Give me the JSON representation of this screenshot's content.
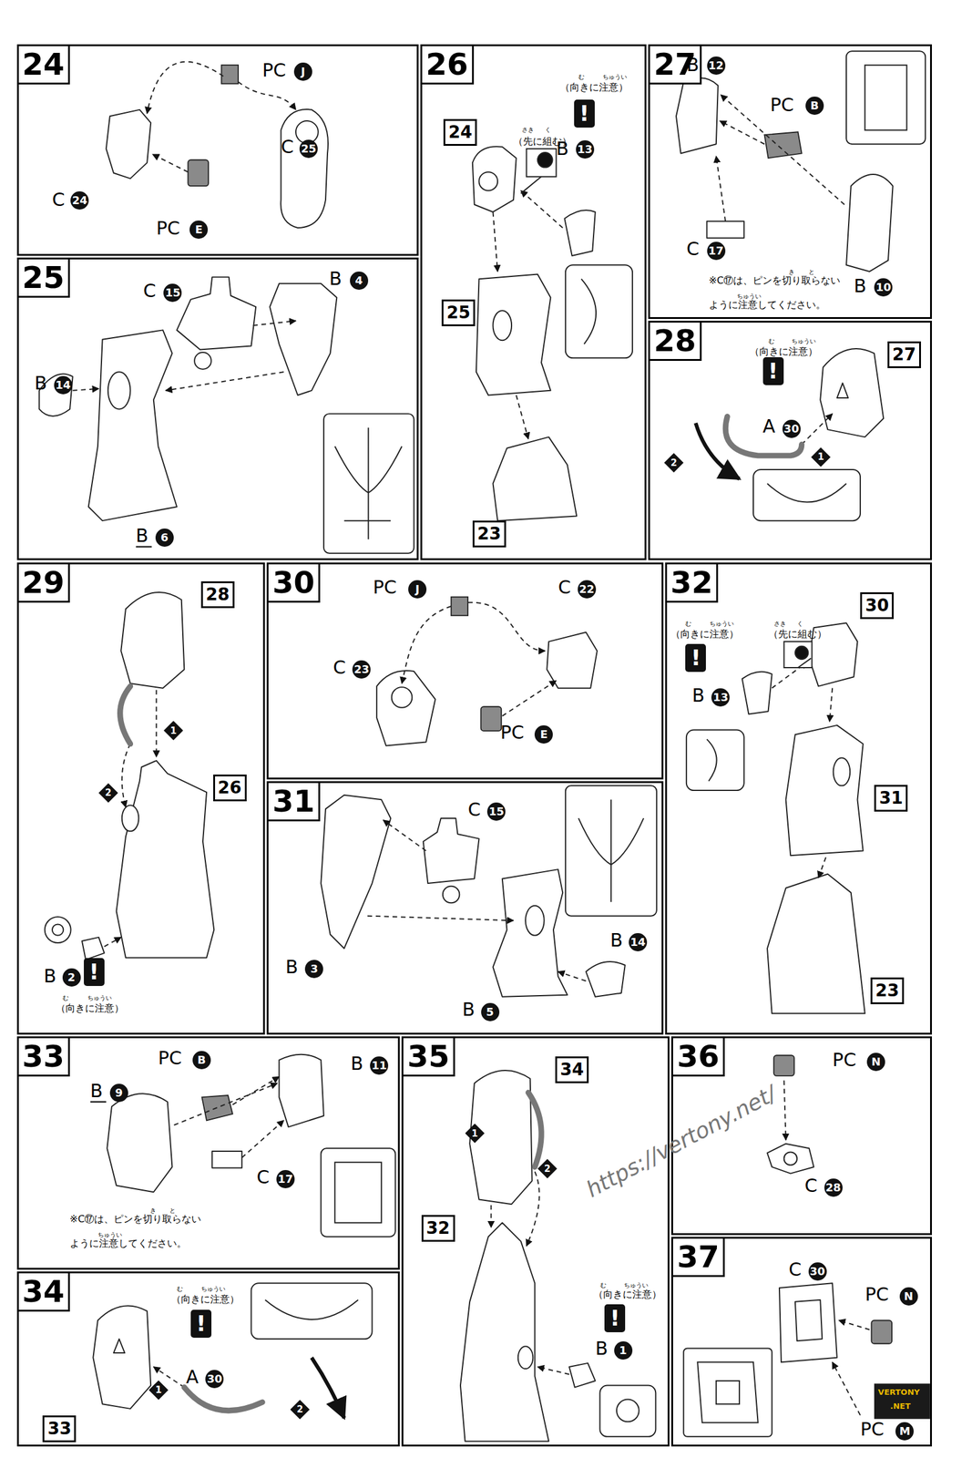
{
  "diagram": {
    "nodes": [
      {
        "text": [
          "24"
        ]
      },
      {
        "text": [
          "25"
        ]
      },
      {
        "text": [
          "26"
        ]
      },
      {
        "text": [
          "24"
        ],
        "in": 2
      },
      {
        "text": [
          "25"
        ],
        "in": 2
      },
      {
        "text": [
          "23"
        ],
        "in": 2
      },
      {
        "text": [
          "27"
        ]
      },
      {
        "text": [
          "28"
        ]
      },
      {
        "text": [
          "27"
        ],
        "in": 7
      },
      {
        "text": [
          "29"
        ]
      },
      {
        "text": [
          "28"
        ],
        "in": 9
      },
      {
        "text": [
          "26"
        ],
        "in": 9
      },
      {
        "text": [
          "30"
        ]
      },
      {
        "text": [
          "31"
        ]
      },
      {
        "text": [
          "32"
        ]
      },
      {
        "text": [
          "30"
        ],
        "in": 14
      },
      {
        "text": [
          "31"
        ],
        "in": 14
      },
      {
        "text": [
          "23"
        ],
        "in": 14
      },
      {
        "text": [
          "33"
        ]
      },
      {
        "text": [
          "34"
        ]
      },
      {
        "text": [
          "33"
        ],
        "in": 19
      },
      {
        "text": [
          "35"
        ]
      },
      {
        "text": [
          "34"
        ],
        "in": 21
      },
      {
        "text": [
          "32"
        ],
        "in": 21
      },
      {
        "text": [
          "36"
        ]
      },
      {
        "text": [
          "37"
        ]
      }
    ],
    "labels": [
      "PC",
      "J",
      "C",
      "25",
      "C",
      "24",
      "PC",
      "E",
      "C",
      "15",
      "B",
      "4",
      "B",
      "14",
      "B",
      "6",
      "さき",
      "く",
      "（先に組む）",
      "む",
      "ちゅうい",
      "（向きに注意）",
      "!",
      "B",
      "13",
      "B",
      "12",
      "PC",
      "B",
      "C",
      "17",
      "B",
      "10",
      "き",
      "と",
      "ちゅうい",
      "※C⑰は、ピンを切り取らないように注意してください。",
      "む",
      "ちゅうい",
      "（向きに注意）",
      "!",
      "A",
      "30",
      "1",
      "2",
      "1",
      "2",
      "B",
      "2",
      "!",
      "む",
      "ちゅうい",
      "（向きに注意）",
      "PC",
      "J",
      "C",
      "22",
      "C",
      "23",
      "PC",
      "E",
      "C",
      "15",
      "B",
      "3",
      "B",
      "5",
      "B",
      "14",
      "む",
      "ちゅうい",
      "（向きに注意）",
      "さき",
      "く",
      "（先に組む）",
      "!",
      "B",
      "13",
      "PC",
      "B",
      "B",
      "11",
      "B",
      "9",
      "C",
      "17",
      "き",
      "と",
      "ちゅうい",
      "※C⑰は、ピンを切り取らないように注意してください。",
      "む",
      "ちゅうい",
      "（向きに注意）",
      "!",
      "A",
      "30",
      "1",
      "2",
      "1",
      "2",
      "む",
      "ちゅうい",
      "（向きに注意）",
      "!",
      "B",
      "1",
      "PC",
      "N",
      "C",
      "28",
      "C",
      "30",
      "PC",
      "N",
      "PC",
      "M",
      "https://vertony.net/",
      "VERTONY",
      ".NET"
    ]
  }
}
